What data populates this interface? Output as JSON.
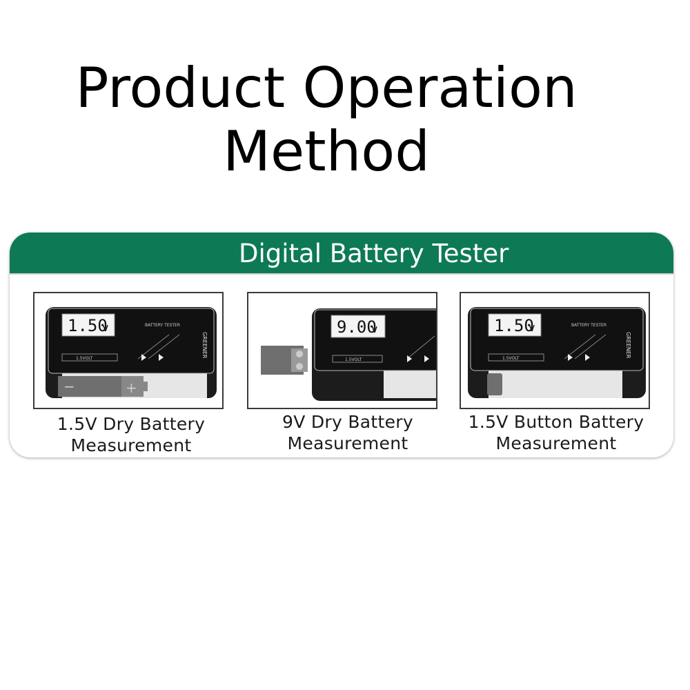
{
  "title": {
    "line1": "Product Operation",
    "line2": "Method"
  },
  "panel": {
    "header": "Digital Battery Tester",
    "accent_color": "#0d7a55"
  },
  "tester": {
    "label": "BATTERY TESTER",
    "brand": "GREENER",
    "volt_label": "1.5VOLT"
  },
  "items": [
    {
      "reading": "1.50",
      "unit": "v",
      "battery_icon": "aa-battery-icon",
      "caption_line1": "1.5V Dry Battery",
      "caption_line2": "Measurement",
      "battery_minus": "−",
      "battery_plus": "+"
    },
    {
      "reading": "9.00",
      "unit": "v",
      "battery_icon": "9v-battery-icon",
      "caption_line1": "9V Dry Battery",
      "caption_line2": "Measurement"
    },
    {
      "reading": "1.50",
      "unit": "v",
      "battery_icon": "button-cell-icon",
      "caption_line1": "1.5V Button Battery",
      "caption_line2": "Measurement"
    }
  ]
}
